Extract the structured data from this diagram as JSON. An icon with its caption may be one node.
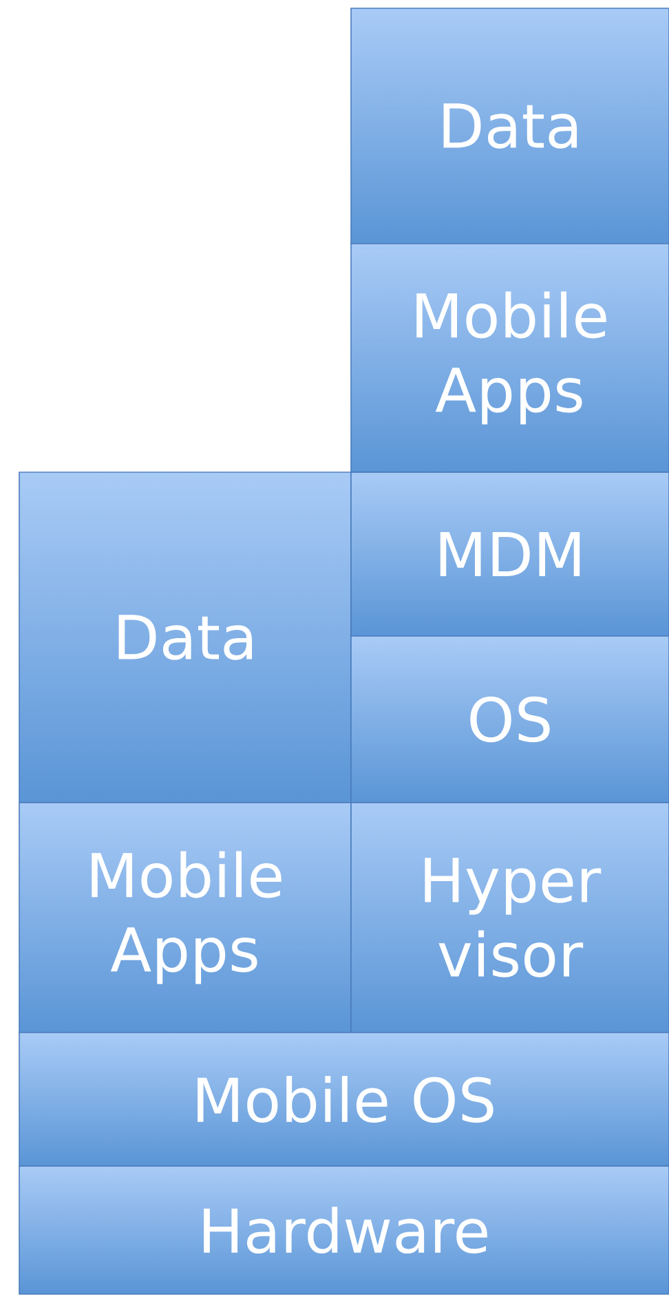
{
  "diagram": {
    "nodes": [
      {
        "text": [
          "Data"
        ]
      },
      {
        "text": [
          "Mobile Apps"
        ]
      },
      {
        "text": [
          "Data"
        ]
      },
      {
        "text": [
          "MDM"
        ]
      },
      {
        "text": [
          "OS"
        ]
      },
      {
        "text": [
          "Mobile Apps"
        ]
      },
      {
        "text": [
          "Hyper visor"
        ]
      },
      {
        "text": [
          "Mobile OS"
        ]
      },
      {
        "text": [
          "Hardware"
        ]
      }
    ]
  }
}
